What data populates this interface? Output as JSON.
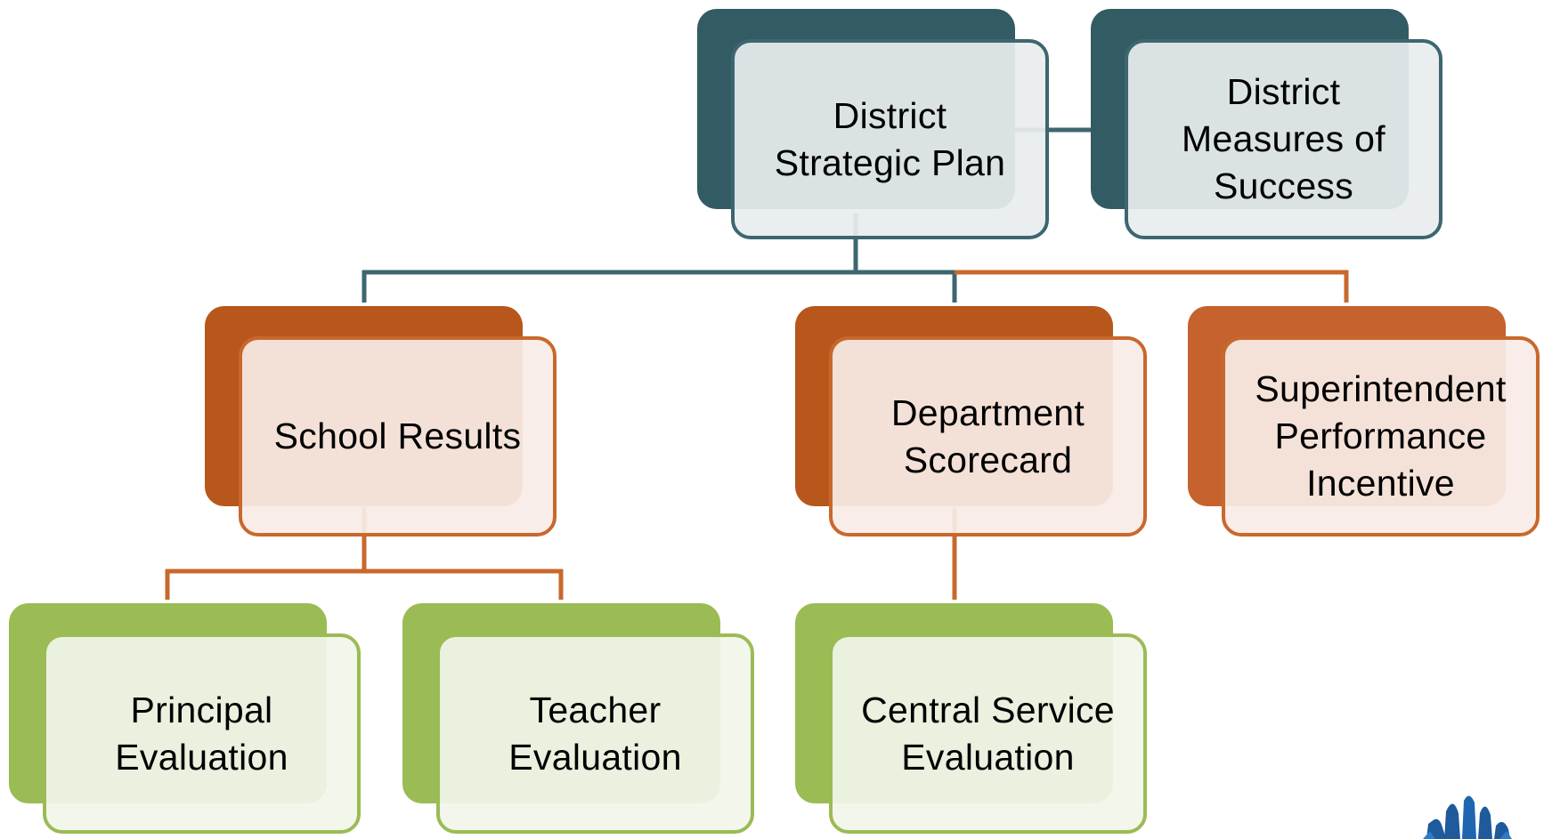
{
  "colors": {
    "teal": "#335b63",
    "teal_line": "#3d6670",
    "orange": "#b7571b",
    "orange_line": "#c8682c",
    "green": "#9bbb55"
  },
  "nodes": {
    "strategic_plan": {
      "line1": "District",
      "line2": "Strategic Plan"
    },
    "measures": {
      "line1": "District",
      "line2": "Measures of",
      "line3": "Success"
    },
    "school_results": {
      "line1": "School Results"
    },
    "department": {
      "line1": "Department",
      "line2": "Scorecard"
    },
    "superintendent": {
      "line1": "Superintendent",
      "line2": "Performance",
      "line3": "Incentive"
    },
    "principal": {
      "line1": "Principal",
      "line2": "Evaluation"
    },
    "teacher": {
      "line1": "Teacher",
      "line2": "Evaluation"
    },
    "central_service": {
      "line1": "Central Service",
      "line2": "Evaluation"
    }
  },
  "logo": {
    "icon": "blue-leaf-logo-icon"
  }
}
